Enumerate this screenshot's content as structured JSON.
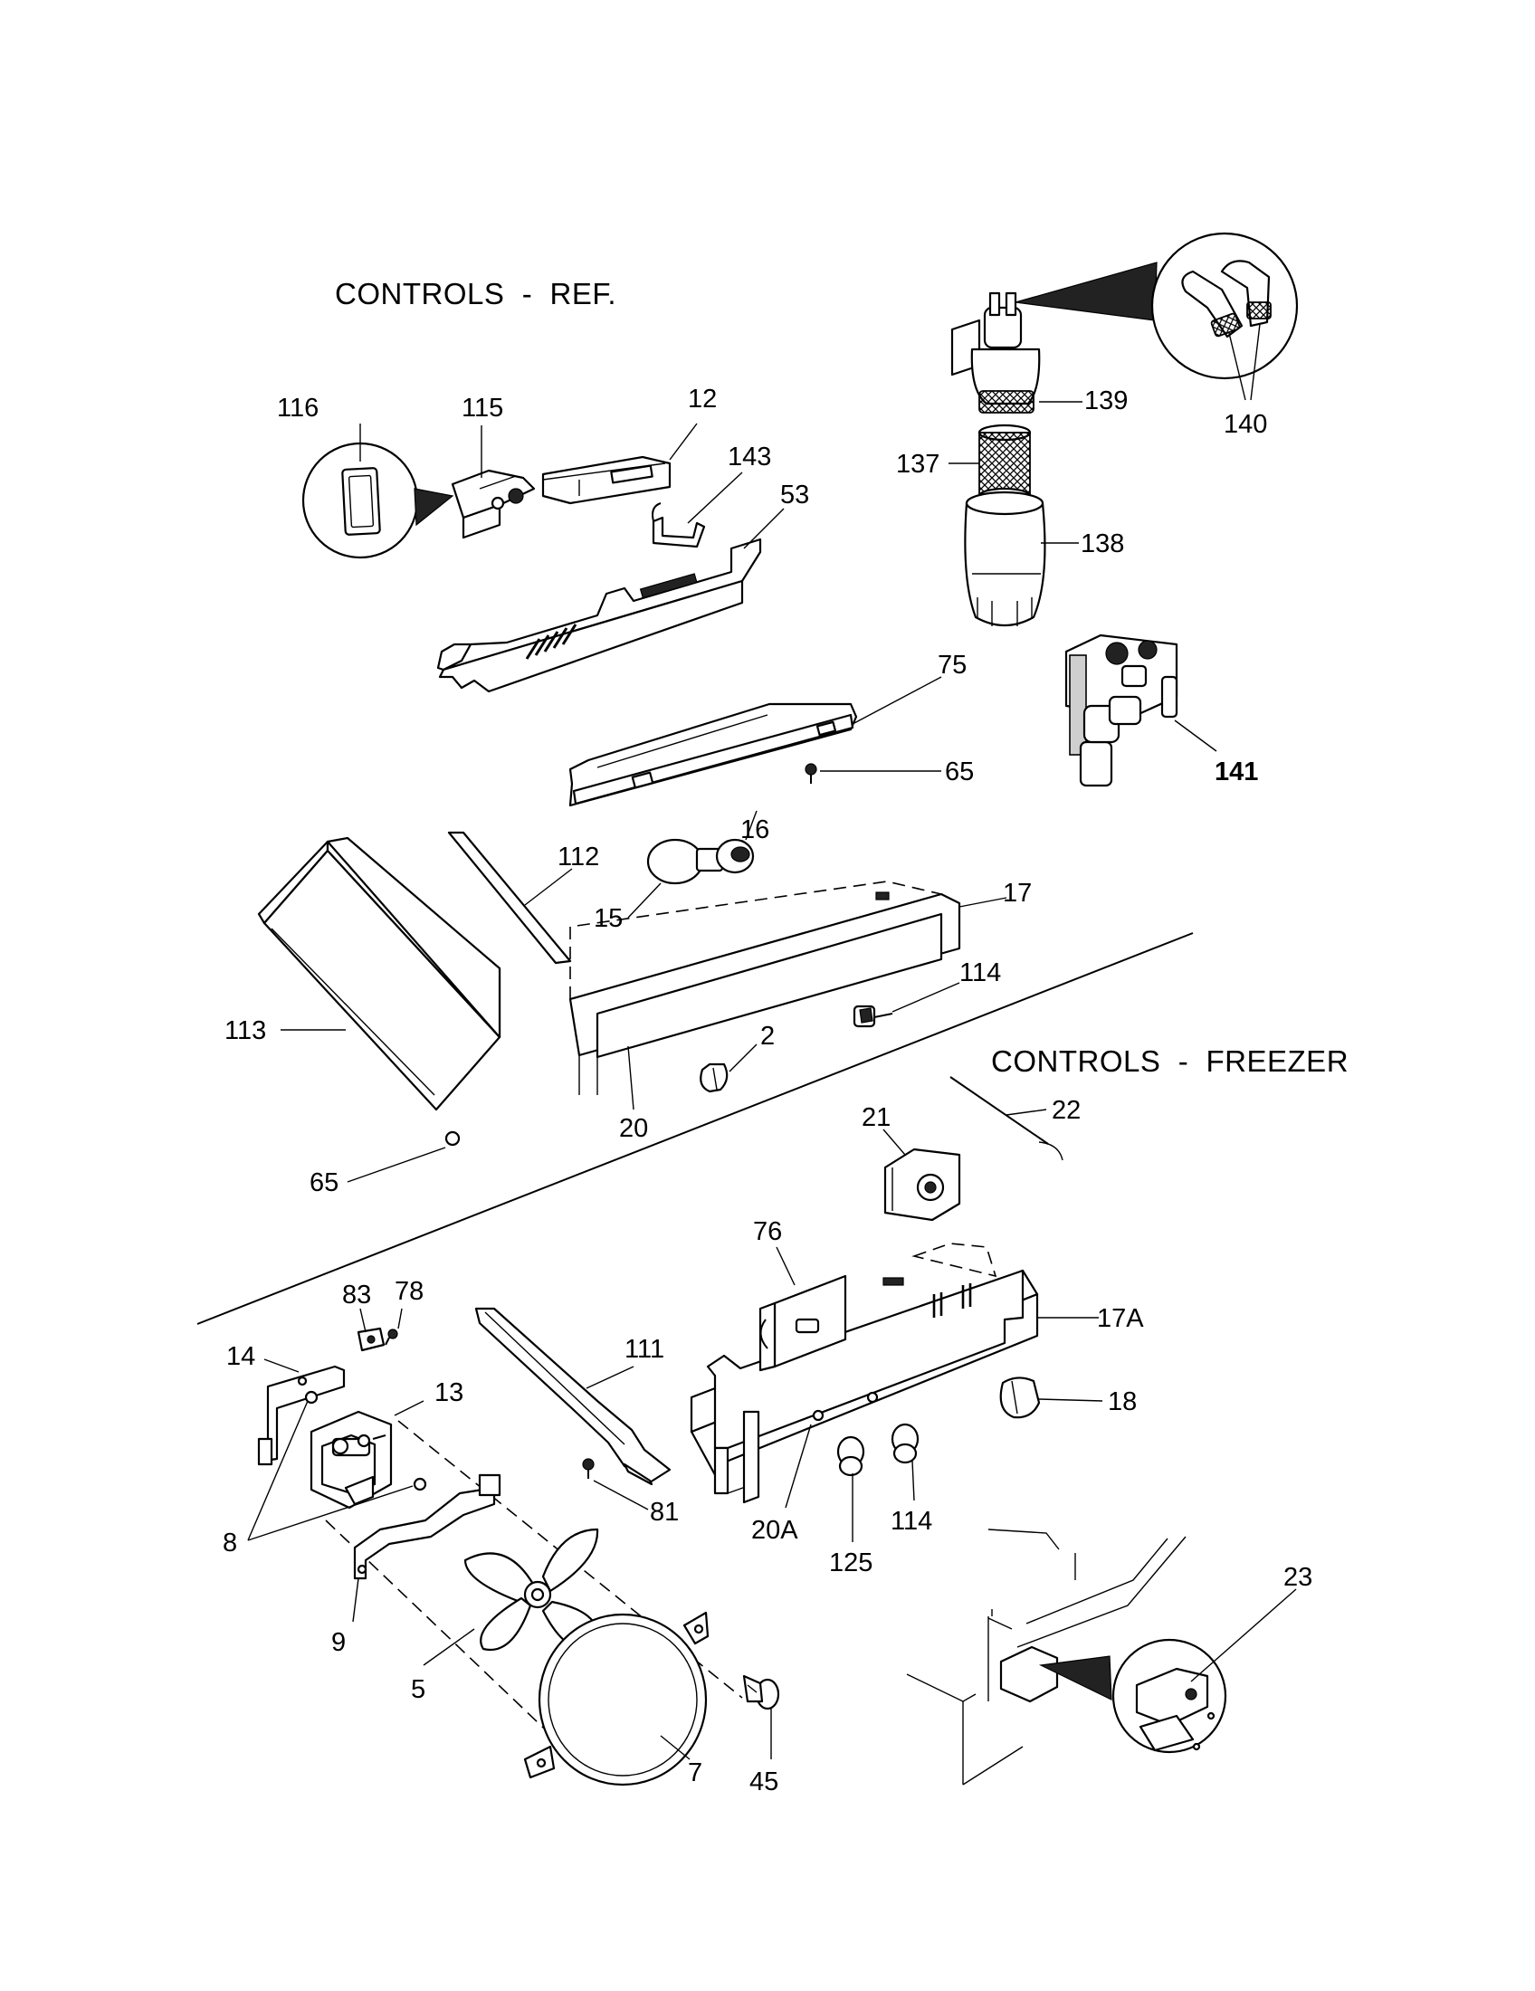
{
  "titles": {
    "ref": "CONTROLS  -  REF.",
    "freezer": "CONTROLS  -  FREEZER"
  },
  "callouts": {
    "c116": "116",
    "c115": "115",
    "c12": "12",
    "c143": "143",
    "c53": "53",
    "c139": "139",
    "c140": "140",
    "c137": "137",
    "c138": "138",
    "c75": "75",
    "c65a": "65",
    "c141": "141",
    "c16": "16",
    "c112": "112",
    "c17": "17",
    "c15": "15",
    "c114a": "114",
    "c113": "113",
    "c2": "2",
    "c20": "20",
    "c65b": "65",
    "c21": "21",
    "c22": "22",
    "c76": "76",
    "c83": "83",
    "c78": "78",
    "c17a": "17A",
    "c14": "14",
    "c111": "111",
    "c13": "13",
    "c18": "18",
    "c81": "81",
    "c8": "8",
    "c20a": "20A",
    "c114b": "114",
    "c125": "125",
    "c9": "9",
    "c5": "5",
    "c23": "23",
    "c7": "7",
    "c45": "45"
  }
}
